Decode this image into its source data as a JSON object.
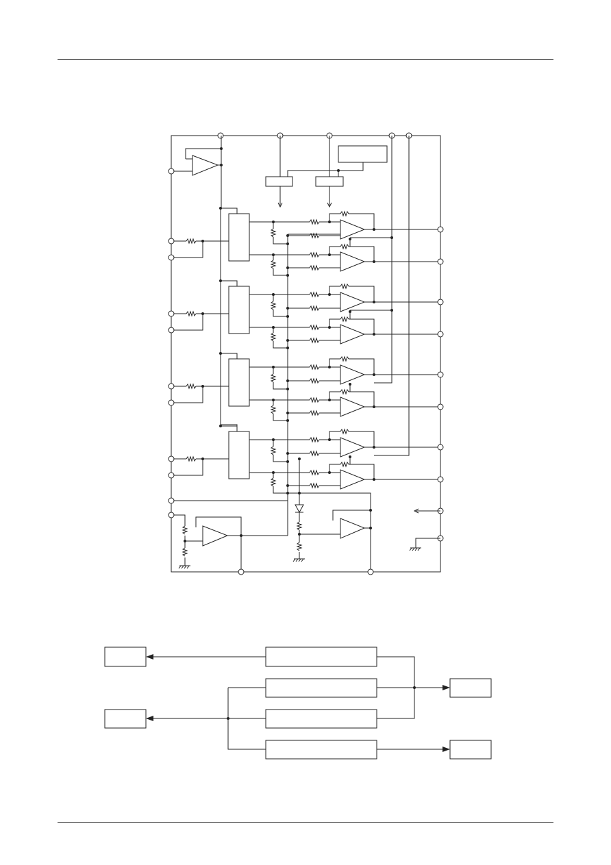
{
  "page": {
    "header_rule": true,
    "footer_rule": true
  },
  "block_diagram": {
    "channels": 4,
    "amplifiers_per_channel": 2
  },
  "flow_diagram": {
    "boxes": 8
  }
}
